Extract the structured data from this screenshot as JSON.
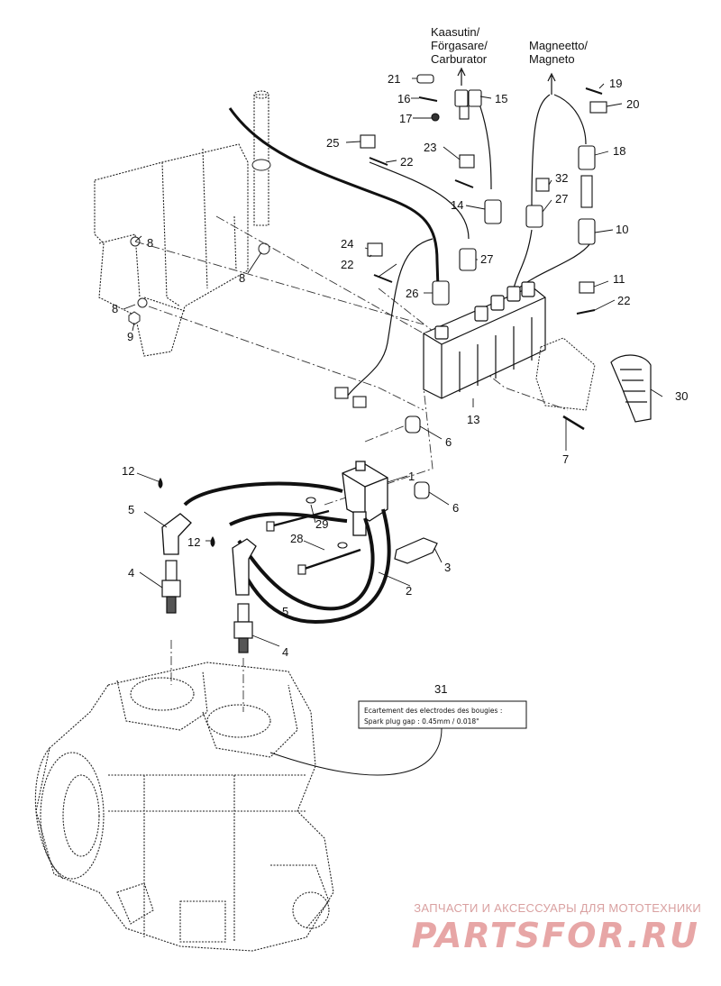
{
  "diagram": {
    "headings": {
      "carburator": [
        "Kaasutin/",
        "Förgasare/",
        "Carburator"
      ],
      "magneto": [
        "Magneetto/",
        "Magneto"
      ]
    },
    "callouts": {
      "c1": "1",
      "c2": "2",
      "c3": "3",
      "c4a": "4",
      "c4b": "4",
      "c5a": "5",
      "c5b": "5",
      "c6a": "6",
      "c6b": "6",
      "c7": "7",
      "c8a": "8",
      "c8b": "8",
      "c8c": "8",
      "c9": "9",
      "c10": "10",
      "c11": "11",
      "c12a": "12",
      "c12b": "12",
      "c13": "13",
      "c14": "14",
      "c15": "15",
      "c16": "16",
      "c17": "17",
      "c18": "18",
      "c19": "19",
      "c20": "20",
      "c21": "21",
      "c22a": "22",
      "c22b": "22",
      "c22c": "22",
      "c23": "23",
      "c24": "24",
      "c25": "25",
      "c26": "26",
      "c27a": "27",
      "c27b": "27",
      "c28": "28",
      "c29": "29",
      "c30": "30",
      "c31": "31",
      "c32": "32"
    },
    "note": {
      "line1": "Ecartement des electrodes des bougies :",
      "line2": "Spark plug gap :    0.45mm / 0.018\""
    }
  },
  "watermark": {
    "top": "ЗАПЧАСТИ И АКСЕССУАРЫ ДЛЯ МОТОТЕХНИКИ",
    "logo": "PARTSFOR.RU"
  }
}
